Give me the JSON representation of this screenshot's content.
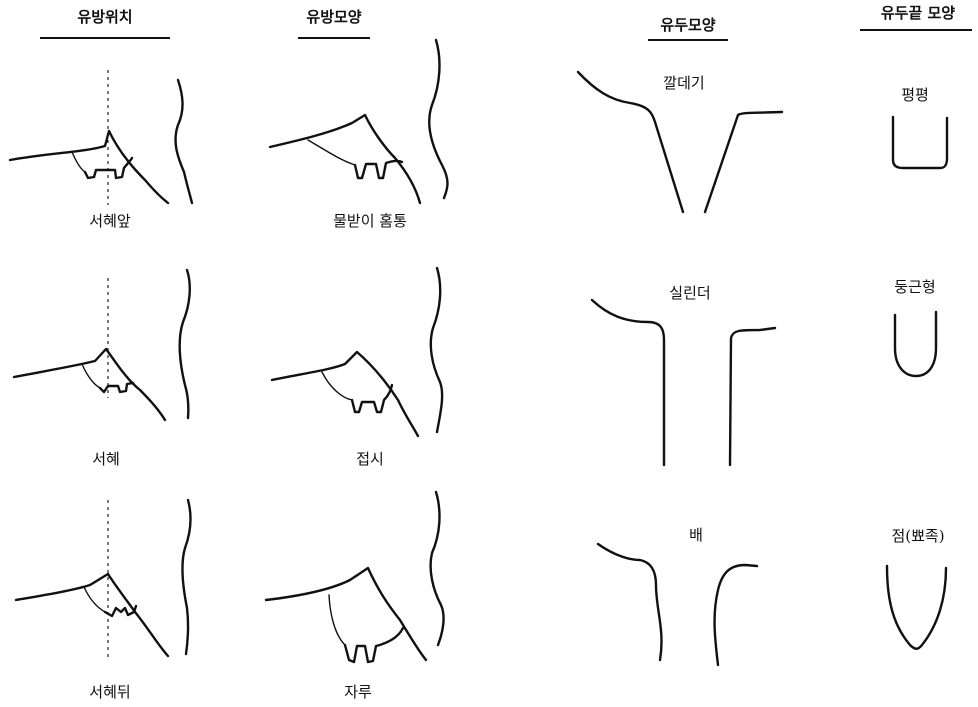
{
  "headers": {
    "udder_position": "유방위치",
    "udder_shape": "유방모양",
    "teat_shape": "유두모양",
    "teat_tip_shape": "유두끝 모양"
  },
  "udder_position_labels": [
    "서혜앞",
    "서혜",
    "서혜뒤"
  ],
  "udder_shape_labels": [
    "물받이 홈통",
    "접시",
    "자루"
  ],
  "teat_shape_labels": [
    "깔데기",
    "실린더",
    "배"
  ],
  "teat_tip_labels": [
    "평평",
    "둥근형",
    "점(뾰족)"
  ]
}
